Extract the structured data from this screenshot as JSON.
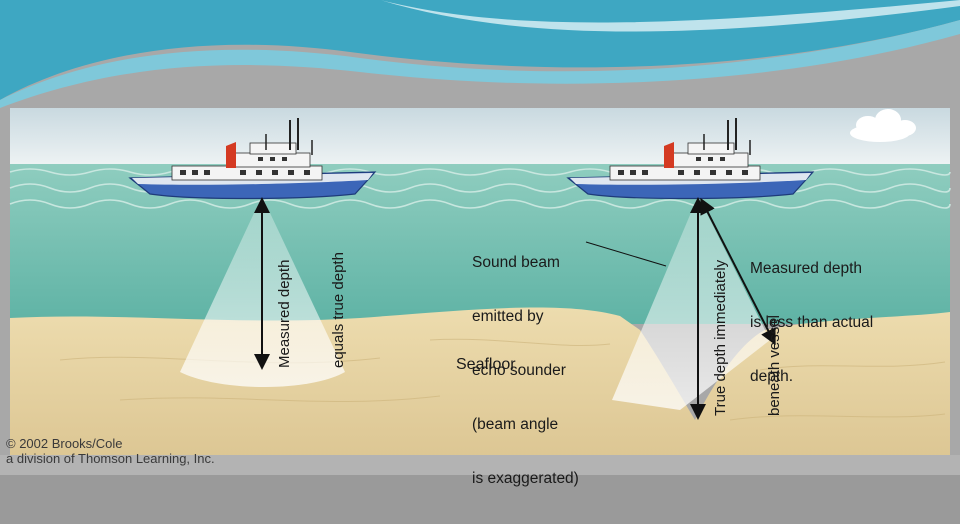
{
  "labels": {
    "measured_equals_true": [
      "Measured depth",
      "equals true depth"
    ],
    "sound_beam": [
      "Sound beam",
      "emitted by",
      "echo sounder",
      "(beam angle",
      "is exaggerated)"
    ],
    "measured_less": [
      "Measured depth",
      "is less than actual",
      "depth."
    ],
    "seafloor": "Seafloor",
    "true_depth_beneath": [
      "True depth immediately",
      "beneath vessel"
    ]
  },
  "copyright": {
    "line1": "© 2002 Brooks/Cole",
    "line2": "a division of Thomson Learning, Inc."
  },
  "colors": {
    "sky": "#dfe8ec",
    "sea": "#76bfb2",
    "sand": "#e8d6a8",
    "hull_blue": "#3c66b8",
    "funnel_red": "#d43a22",
    "banner_teal": "#3ea7c2"
  }
}
